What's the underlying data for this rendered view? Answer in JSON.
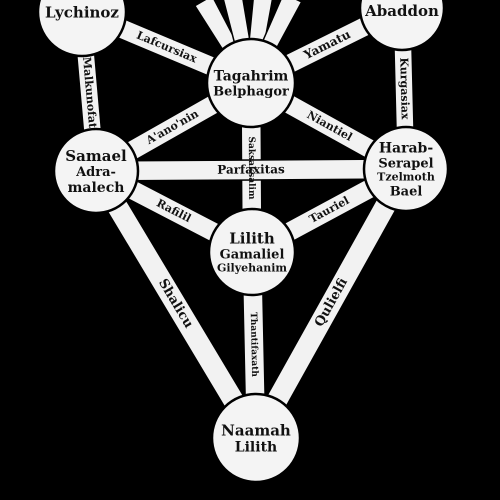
{
  "spheres": {
    "top_left": {
      "lines": [
        "Lychinoz"
      ]
    },
    "top_right": {
      "lines": [
        "Abaddon"
      ]
    },
    "center_top": {
      "lines": [
        "Tagahrim",
        "Belphagor"
      ]
    },
    "left": {
      "lines": [
        "Samael",
        "Adra-",
        "malech"
      ]
    },
    "right": {
      "lines": [
        "Harab-",
        "Serapel",
        "Tzelmoth",
        "Bael"
      ]
    },
    "center": {
      "lines": [
        "Lilith",
        "Gamaliel",
        "Gilyehanim"
      ]
    },
    "bottom": {
      "lines": [
        "Naamah",
        "Lilith"
      ]
    }
  },
  "paths": {
    "left_vertical": "Malkunofat",
    "right_vertical": "Kurgasiax",
    "topleft_to_centertop": "Lafcursiax",
    "centertop_to_topright": "Yamatu",
    "centertop_to_left": "A'ano'nin",
    "centertop_to_right": "Niantiel",
    "centertop_to_center": "Saksaksalim",
    "left_to_right": "Parfaxitas",
    "left_to_center": "Rafilil",
    "right_to_center": "Tauriel",
    "left_to_bottom": "Shalicu",
    "right_to_bottom": "Qulielfi",
    "center_to_bottom": "Thantifaxath"
  },
  "colors": {
    "background": "#000000",
    "paths": "#f2f2f2",
    "spheres": "#f4f4f4",
    "ink": "#111111"
  }
}
